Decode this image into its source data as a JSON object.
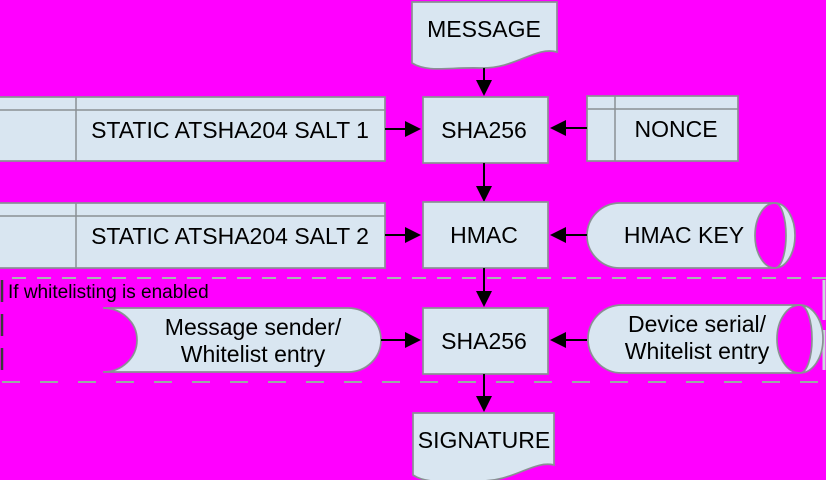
{
  "colors": {
    "background": "#ff00ff",
    "node_fill": "#d9e6f1",
    "node_border": "#8a9094",
    "arrow": "#000000",
    "dashed_border": "#a9b7b1",
    "text": "#000000"
  },
  "nodes": {
    "message": {
      "label": "MESSAGE",
      "shape": "document"
    },
    "salt1": {
      "label": "STATIC ATSHA204 SALT 1",
      "shape": "internal-storage"
    },
    "sha256_top": {
      "label": "SHA256",
      "shape": "process"
    },
    "nonce": {
      "label": "NONCE",
      "shape": "internal-storage"
    },
    "salt2": {
      "label": "STATIC ATSHA204 SALT 2",
      "shape": "internal-storage"
    },
    "hmac": {
      "label": "HMAC",
      "shape": "process"
    },
    "hmac_key": {
      "label": "HMAC KEY",
      "shape": "direct-access-storage"
    },
    "message_sender": {
      "line1": "Message sender/",
      "line2": "Whitelist entry",
      "shape": "stored-data"
    },
    "sha256_whitelist": {
      "label": "SHA256",
      "shape": "process"
    },
    "device_serial": {
      "line1": "Device serial/",
      "line2": "Whitelist entry",
      "shape": "direct-access-storage"
    },
    "signature": {
      "label": "SIGNATURE",
      "shape": "document"
    }
  },
  "annotations": {
    "whitelist_note": "If whitelisting is enabled"
  }
}
